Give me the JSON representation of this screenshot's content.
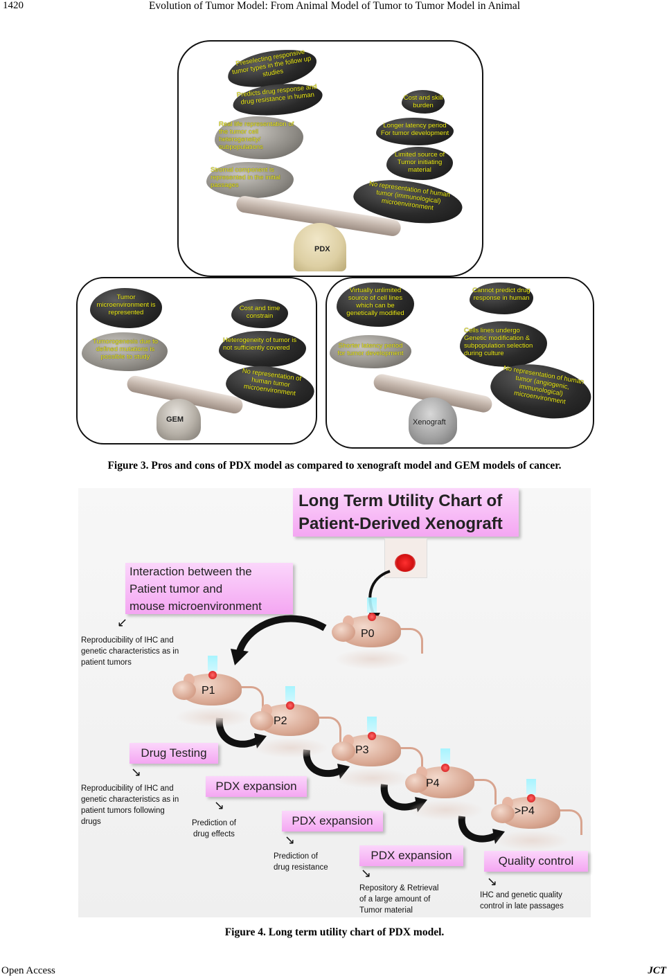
{
  "page": {
    "number": "1420",
    "running_head": "Evolution of Tumor Model: From Animal Model of Tumor to Tumor Model in Animal",
    "footer_left": "Open Access",
    "footer_right": "JCT"
  },
  "figure3": {
    "caption": "Figure 3. Pros and cons of PDX model as compared to xenograft model and GEM models of cancer.",
    "pdx": {
      "fulcrum": "PDX",
      "left": [
        "Preselecting responsive tumor types in the follow up studies",
        "Predicts drug response and drug resistance in human",
        "Real life representation of the tumor cell heterogeneity/ subpopulations",
        "Stromal component is represented in the initial passages"
      ],
      "right": [
        "Cost and skill burden",
        "Longer latency period For tumor development",
        "Limited source of Tumor initiating material",
        "No representation of human tumor (immunological) microenvironment"
      ]
    },
    "gem": {
      "fulcrum": "GEM",
      "left": [
        "Tumor microenvironment is represented",
        "Tumorogenesis due to defined mutations is possible to study"
      ],
      "right": [
        "Cost and time constrain",
        "Heterogeneity of tumor is not sufficiently covered",
        "No representation of human tumor microenvironment"
      ]
    },
    "xeno": {
      "fulcrum": "Xenograft",
      "left": [
        "Virtually unlimited source of cell lines which can be genetically modified",
        "Shorter latency period for tumor development"
      ],
      "right": [
        "Cannot predict drug response in human",
        "Cells lines undergo Genetic modification & subpopulation selection during culture",
        "No representation of human tumor (angiogenic, immunological) microenvironment"
      ]
    }
  },
  "figure4": {
    "caption": "Figure 4. Long term utility chart of PDX model.",
    "title_line1": "Long Term Utility Chart of",
    "title_line2": "Patient-Derived Xenograft",
    "interaction": [
      "Interaction between the",
      "Patient tumor and",
      "mouse microenvironment"
    ],
    "passages": [
      "P0",
      "P1",
      "P2",
      "P3",
      "P4",
      ">P4"
    ],
    "labels": {
      "drug_testing": "Drug Testing",
      "pdx_expansion": "PDX expansion",
      "quality_control": "Quality control"
    },
    "notes": {
      "repro1": [
        "Reproducibility of IHC and",
        "genetic characteristics as in",
        "patient tumors"
      ],
      "repro2": [
        "Reproducibility of IHC and",
        "genetic characteristics as in",
        "patient tumors following",
        "drugs"
      ],
      "pred_effects": [
        "Prediction of",
        "drug effects"
      ],
      "pred_resist": [
        "Prediction of",
        "drug resistance"
      ],
      "repository": [
        "Repository & Retrieval",
        "of a large amount of",
        "Tumor material"
      ],
      "ihc_quality": [
        "IHC and genetic quality",
        "control  in late passages"
      ]
    }
  }
}
